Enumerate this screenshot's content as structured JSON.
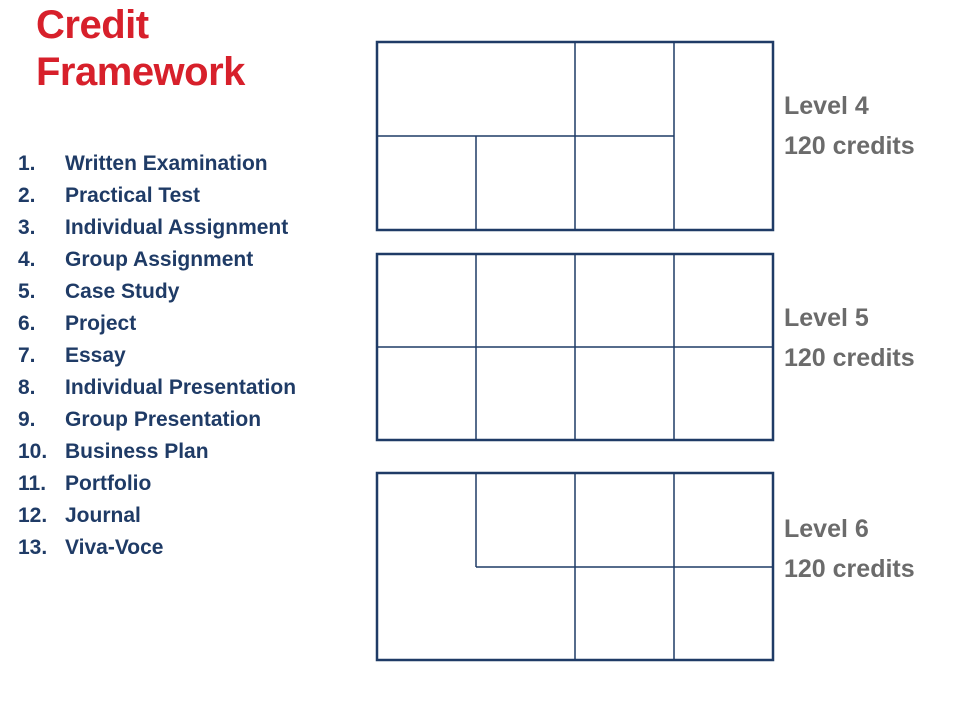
{
  "title": {
    "line1": "Credit",
    "line2": "Framework",
    "color": "#d7202b"
  },
  "assessment_list": [
    {
      "number": "1.",
      "label": "Written Examination"
    },
    {
      "number": "2.",
      "label": "Practical Test"
    },
    {
      "number": "3.",
      "label": "Individual Assignment"
    },
    {
      "number": "4.",
      "label": "Group Assignment"
    },
    {
      "number": "5.",
      "label": "Case Study"
    },
    {
      "number": "6.",
      "label": "Project"
    },
    {
      "number": "7.",
      "label": "Essay"
    },
    {
      "number": "8.",
      "label": "Individual Presentation"
    },
    {
      "number": "9.",
      "label": "Group Presentation"
    },
    {
      "number": "10.",
      "label": "Business Plan"
    },
    {
      "number": "11.",
      "label": "Portfolio"
    },
    {
      "number": "12.",
      "label": "Journal"
    },
    {
      "number": "13.",
      "label": "Viva-Voce"
    }
  ],
  "levels": [
    {
      "name": "Level 4",
      "credits": "120 credits"
    },
    {
      "name": "Level 5",
      "credits": "120 credits"
    },
    {
      "name": "Level 6",
      "credits": "120 credits"
    }
  ],
  "colors": {
    "list_text": "#1f3b66",
    "level_text": "#6b6b6b",
    "grid_stroke": "#1f3b66"
  }
}
